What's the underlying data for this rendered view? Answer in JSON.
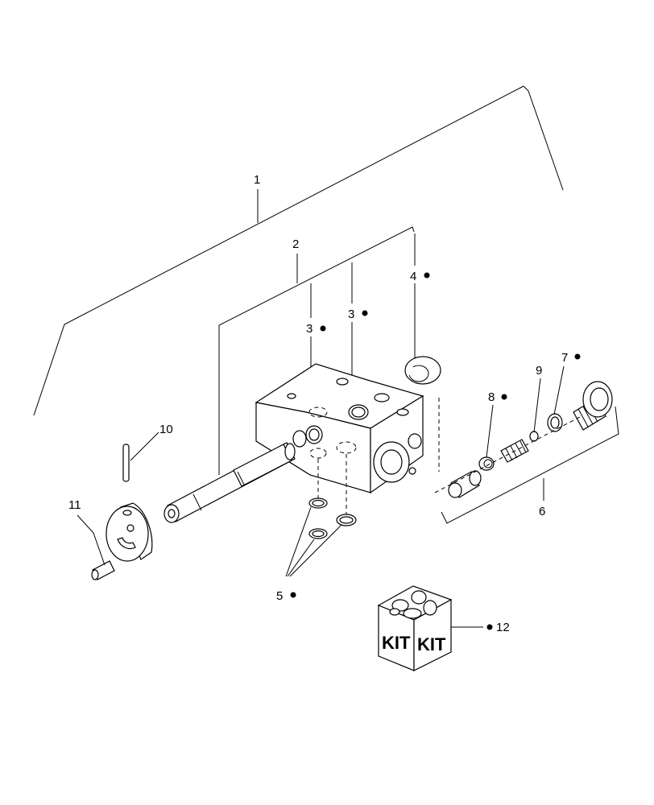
{
  "callouts": {
    "c1": "1",
    "c2": "2",
    "c3a": "3",
    "c3b": "3",
    "c4": "4",
    "c5": "5",
    "c6": "6",
    "c7": "7",
    "c8": "8",
    "c9": "9",
    "c10": "10",
    "c11": "11",
    "c12": "12"
  },
  "kit_box": {
    "left_label": "KIT",
    "right_label": "KIT"
  }
}
